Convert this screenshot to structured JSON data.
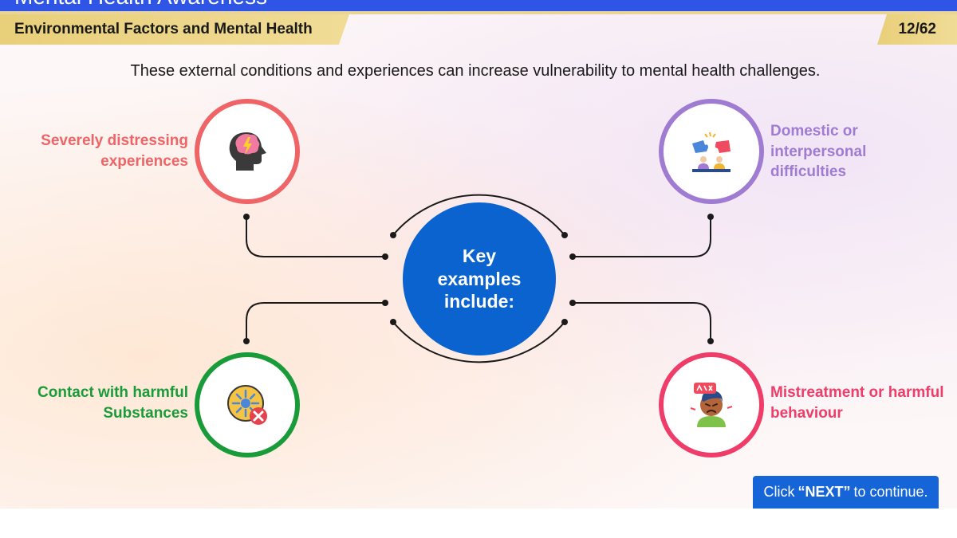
{
  "header": {
    "course_title": "Mental Health Awareness",
    "section_title": "Environmental Factors and Mental Health",
    "page_indicator": "12/62"
  },
  "intro_text": "These external conditions and experiences can increase vulnerability to mental health challenges.",
  "center": {
    "label": "Key examples include:"
  },
  "items": [
    {
      "label": "Severely distressing experiences",
      "color": "#ee6467",
      "icon": "brain-lightning-icon"
    },
    {
      "label": "Domestic or interpersonal difficulties",
      "color": "#9f7bd1",
      "icon": "broken-puzzle-people-icon"
    },
    {
      "label": "Contact with harmful Substances",
      "color": "#1a9b3a",
      "icon": "toxic-substance-icon"
    },
    {
      "label": "Mistreatment or harmful behaviour",
      "color": "#ee3d69",
      "icon": "angry-person-icon"
    }
  ],
  "next": {
    "prefix": "Click",
    "keyword": "“NEXT”",
    "suffix": "to continue."
  },
  "colors": {
    "topbar": "#2f55e6",
    "banner": "#e8cf7a",
    "center": "#0b63cf",
    "next_button": "#1565d8"
  }
}
